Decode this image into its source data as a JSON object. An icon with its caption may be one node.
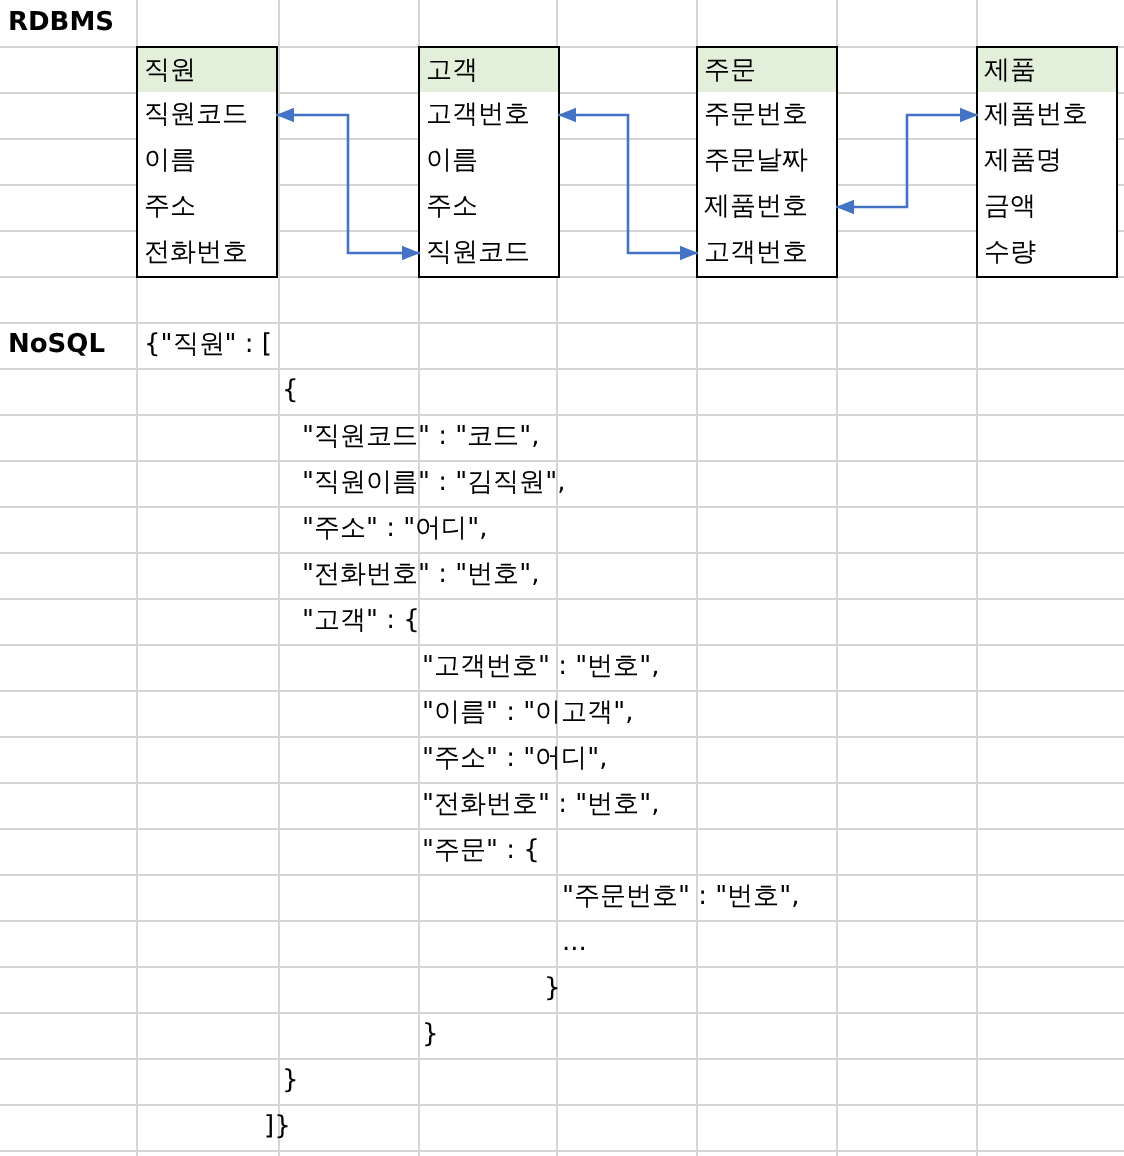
{
  "diagram": {
    "nodes": [
      {
        "text": [
          "직원"
        ]
      },
      {
        "text": [
          "직원코드"
        ],
        "in": 0
      },
      {
        "text": [
          "이름"
        ],
        "in": 0
      },
      {
        "text": [
          "주소"
        ],
        "in": 0
      },
      {
        "text": [
          "전화번호"
        ],
        "in": 0
      },
      {
        "text": [
          "고객"
        ]
      },
      {
        "text": [
          "고객번호"
        ],
        "in": 5
      },
      {
        "text": [
          "이름"
        ],
        "in": 5
      },
      {
        "text": [
          "주소"
        ],
        "in": 5
      },
      {
        "text": [
          "직원코드"
        ],
        "in": 5
      },
      {
        "text": [
          "주문"
        ]
      },
      {
        "text": [
          "주문번호"
        ],
        "in": 10
      },
      {
        "text": [
          "주문날짜"
        ],
        "in": 10
      },
      {
        "text": [
          "제품번호"
        ],
        "in": 10
      },
      {
        "text": [
          "고객번호"
        ],
        "in": 10
      },
      {
        "text": [
          "제품"
        ]
      },
      {
        "text": [
          "제품번호"
        ],
        "in": 15
      },
      {
        "text": [
          "제품명"
        ],
        "in": 15
      },
      {
        "text": [
          "금액"
        ],
        "in": 15
      },
      {
        "text": [
          "수량"
        ],
        "in": 15
      }
    ],
    "edges": [
      {
        "from": 1,
        "to": 9,
        "arrow": "both"
      },
      {
        "from": 6,
        "to": 14,
        "arrow": "both"
      },
      {
        "from": 13,
        "to": 16,
        "arrow": "both"
      }
    ],
    "labels": [
      "RDBMS",
      "NoSQL",
      "{\"직원\" : [",
      "{",
      "\"직원코드\" : \"코드\",",
      "\"직원이름\" : \"김직원\",",
      "\"주소\" : \"어디\",",
      "\"전화번호\" : \"번호\",",
      "\"고객\" : {",
      "\"고객번호\" : \"번호\",",
      "\"이름\" : \"이고객\",",
      "\"주소\" : \"어디\",",
      "\"전화번호\" : \"번호\",",
      "\"주문\" : {",
      "\"주문번호\" : \"번호\",",
      "...",
      "}",
      "}",
      "}",
      "]}"
    ]
  }
}
